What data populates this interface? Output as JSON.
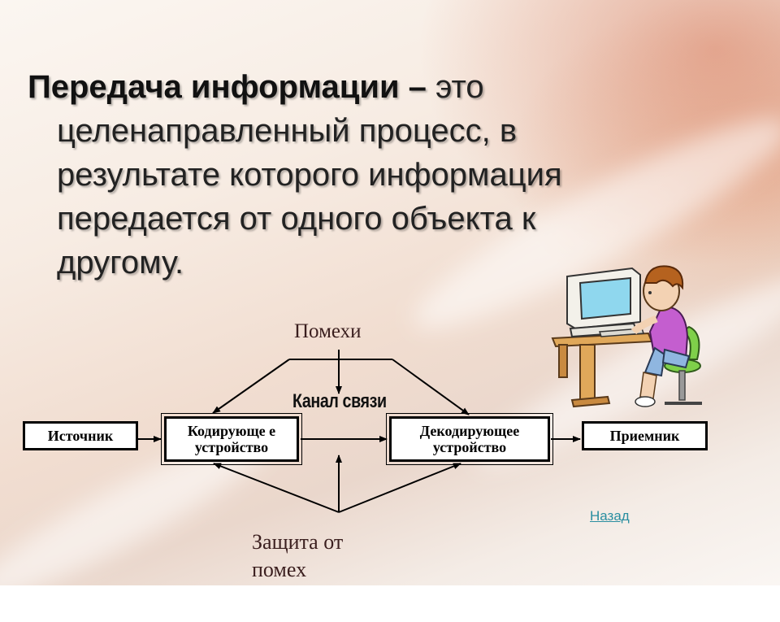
{
  "title": {
    "lead": "Передача информации –",
    "line1_rest": " это",
    "line2": "целенаправленный процесс, в",
    "line3": "результате которого информация",
    "line4": "передается от одного объекта к",
    "line5": "другому."
  },
  "diagram": {
    "source": "Источник",
    "encoder": "Кодирующе е устройство",
    "decoder": "Декодирующее устройство",
    "receiver": "Приемник",
    "noise": "Помехи",
    "channel": "Канал связи",
    "protection_line1": "Защита от",
    "protection_line2": "помех"
  },
  "nav": {
    "back_label": "Назад"
  },
  "colors": {
    "accent_link": "#2a8ea0",
    "box_border": "#000000"
  },
  "illustration": {
    "icon": "child-at-computer-icon"
  }
}
